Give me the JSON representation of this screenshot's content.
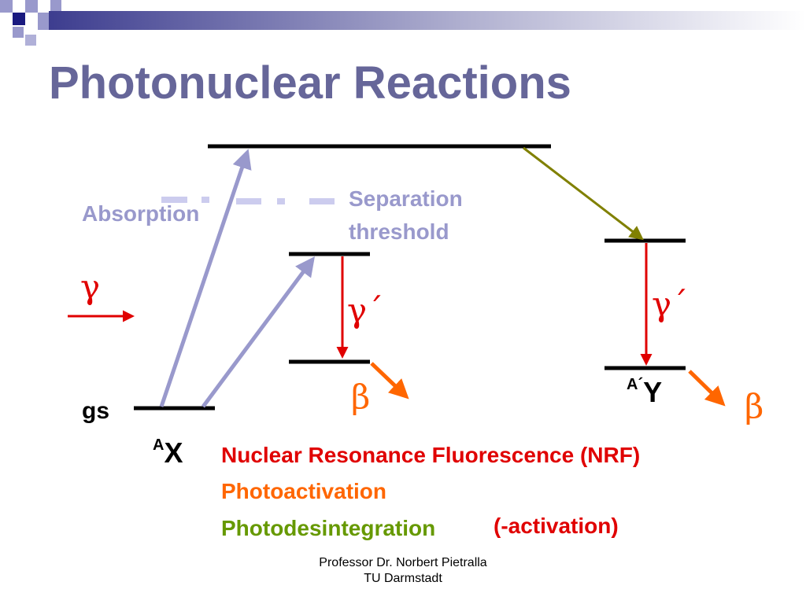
{
  "slide": {
    "title": "Photonuclear Reactions",
    "labels": {
      "absorption": "Absorption",
      "separation_line1": "Separation",
      "separation_line2": "threshold",
      "gamma_incoming": "γ",
      "gamma_prime_left": "γ´",
      "gamma_prime_right": "γ´",
      "beta_left": "β",
      "beta_right": "β",
      "ground_state": "gs",
      "nucleus_x_mass": "A",
      "nucleus_x_symbol": "X",
      "nucleus_y_mass": "A´",
      "nucleus_y_symbol": "Y"
    },
    "legend": {
      "nrf": "Nuclear Resonance Fluorescence (NRF)",
      "photoactivation": "Photoactivation",
      "photodesintegration": "Photodesintegration",
      "activation": "(-activation)"
    },
    "footer": {
      "line1": "Professor Dr. Norbert Pietralla",
      "line2": "TU Darmstadt"
    },
    "colors": {
      "title": "#666699",
      "absorption_arrow": "#9999cc",
      "gamma_red": "#e00000",
      "beta_orange": "#ff6600",
      "olive_arrow": "#808000",
      "photodesintegration_green": "#669900",
      "level_black": "#000000"
    }
  }
}
